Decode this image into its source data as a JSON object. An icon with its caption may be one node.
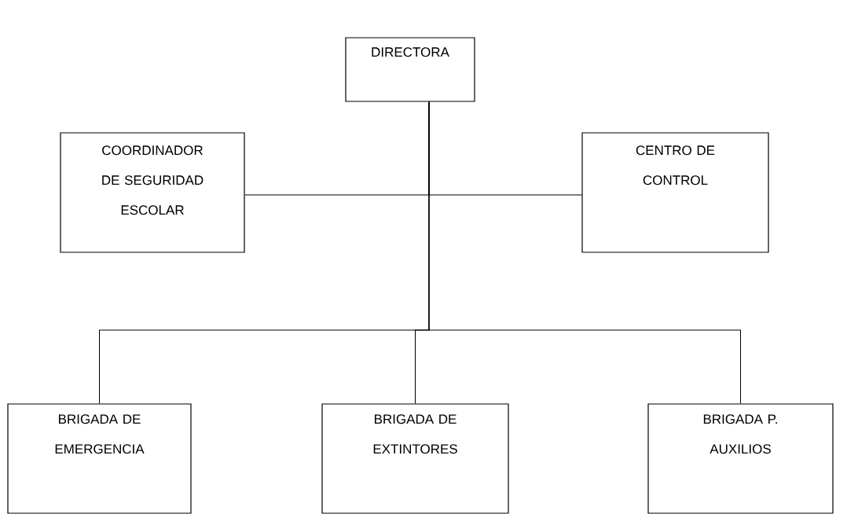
{
  "diagram": {
    "nodes": [
      {
        "text": [
          "DIRECTORA"
        ]
      },
      {
        "text": [
          "COORDINADOR DE SEGURIDAD ESCOLAR"
        ]
      },
      {
        "text": [
          "CENTRO DE CONTROL"
        ]
      },
      {
        "text": [
          "BRIGADA DE EMERGENCIA"
        ]
      },
      {
        "text": [
          "BRIGADA DE EXTINTORES"
        ]
      },
      {
        "text": [
          "BRIGADA P. AUXILIOS"
        ]
      }
    ],
    "edges": [
      {
        "from": 0,
        "to": 1,
        "arrow": "none"
      },
      {
        "from": 0,
        "to": 2,
        "arrow": "none"
      },
      {
        "from": 0,
        "to": 3,
        "arrow": "none"
      },
      {
        "from": 0,
        "to": 4,
        "arrow": "none"
      },
      {
        "from": 0,
        "to": 5,
        "arrow": "none"
      }
    ]
  }
}
